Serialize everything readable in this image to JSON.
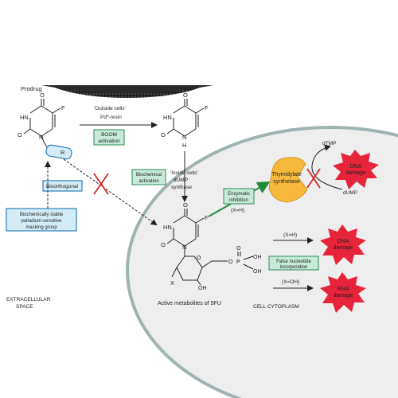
{
  "labels": {
    "prodrug": "Prodrug",
    "fu": "5FU",
    "outside_cells": "'Outside cells'",
    "pd_resin": "Pd⁰-resin",
    "inside_cells": "'Inside cells'",
    "dump_synthase_1": "dUMP",
    "dump_synthase_2": "synthase",
    "x_eq_h_1": "(X=H)",
    "x_eq_h_2": "(X=H)",
    "x_eq_oh": "(X=OH)",
    "dtmp": "dTMP",
    "dump": "dUMP",
    "active_metabolites": "Active metabolites of 5FU",
    "extracellular_1": "EXTRACELLULAR",
    "extracellular_2": "SPACE",
    "cell_cytoplasm": "CELL CYTOPLASM",
    "atom_o": "O",
    "atom_f": "F",
    "atom_hn": "HN",
    "atom_n": "N",
    "atom_h": "H",
    "atom_r": "R",
    "atom_x": "X",
    "atom_oh": "OH",
    "atom_p": "P"
  },
  "boxes": {
    "boom_1": "BOOM",
    "boom_2": "activation",
    "biochemical_activation_1": "Biochemical",
    "biochemical_activation_2": "activation",
    "bioorthogonal": "Bioorthogonal",
    "masking_1": "Biochemically stable",
    "masking_2": "palladium-sensitive",
    "masking_3": "masking group",
    "enzymatic_inhibition_1": "Enzymatic",
    "enzymatic_inhibition_2": "inhibition",
    "false_nucleotide_1": "False nucleotide",
    "false_nucleotide_2": "incorporation",
    "thymidylate_1": "Thymidylate",
    "thymidylate_2": "synthetase"
  },
  "damage": {
    "dna_top_1": "DNA",
    "dna_top_2": "damage",
    "dna_mid_1": "DNA",
    "dna_mid_2": "damage",
    "rna_1": "RNA",
    "rna_2": "damage"
  },
  "colors": {
    "green_box_fill": "#c8ead8",
    "green_box_stroke": "#2e8b57",
    "blue_box_fill": "#d4ecf7",
    "blue_box_stroke": "#2c7fb8",
    "cell_fill": "#eeeeee",
    "cell_stroke": "#8fa8a8",
    "enzyme_fill": "#f6b93b",
    "damage_fill": "#e8243a",
    "block_red": "#d62728",
    "green_arrow": "#1f8a3a"
  }
}
